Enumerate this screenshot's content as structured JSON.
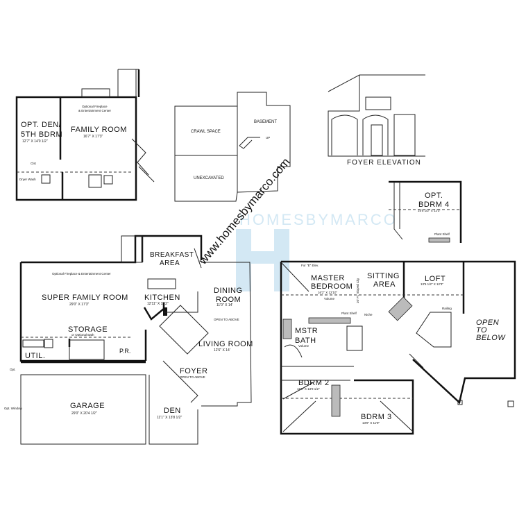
{
  "watermark": {
    "url": "www.homesbymarco.com",
    "logo_text": "HOMESBYMARCO",
    "color": "#cfe6f3"
  },
  "lower_level_alt": {
    "den": {
      "name_1": "OPT. DEN/",
      "name_2": "5TH BDRM",
      "dims": "12'7\" X 14'0 1/2\""
    },
    "family": {
      "name": "FAMILY ROOM",
      "dims": "16'7\" X 17'3\""
    },
    "fireplace_1": "Optional Fireplace",
    "fireplace_2": "& Entertainment Center",
    "closet": "Clst",
    "dryer_washer": "Dryer Wash"
  },
  "basement": {
    "crawl": "CRAWL SPACE",
    "unexcavated": "UNEXCAVATED",
    "basement": "BASEMENT",
    "up": "UP"
  },
  "foyer_elevation": {
    "title": "FOYER ELEVATION"
  },
  "opt_bdrm4": {
    "name_1": "OPT.",
    "name_2": "BDRM 4",
    "dims": "15'5 1/2\" X 12'3\"",
    "plant_shelf": "Plant Shelf"
  },
  "first_floor": {
    "breakfast_1": "BREAKFAST",
    "breakfast_2": "AREA",
    "fireplace": "Optional Fireplace & Entertainment Center",
    "super_family": {
      "name": "SUPER FAMILY ROOM",
      "dims": "29'0\" X 17'3\""
    },
    "kitchen": {
      "name": "KITCHEN",
      "dims": "12'11\" X 15'2\""
    },
    "dining": {
      "name_1": "DINING",
      "name_2": "ROOM",
      "dims": "11'0\" X 14'"
    },
    "open_above": "OPEN TO ABOVE",
    "storage": {
      "name": "STORAGE",
      "sub": "or Optional Bath"
    },
    "util": "UTIL.",
    "pr": "P.R.",
    "living": {
      "name": "LIVING ROOM",
      "dims": "12'6\" X 14'"
    },
    "foyer": {
      "name": "FOYER",
      "sub": "OPEN TO ABOVE"
    },
    "garage": {
      "name": "GARAGE",
      "dims": "29'0\" X 20'4 1/2\""
    },
    "den": {
      "name": "DEN",
      "dims": "11'1\" X 13'8 1/2\""
    },
    "opt": "Opt.",
    "opt_window": "Opt. Window"
  },
  "second_floor": {
    "master": {
      "name_1": "MASTER",
      "name_2": "BEDROOM",
      "dims": "16'2\" X 12'10\"",
      "volume": "Volume"
    },
    "sitting": {
      "name_1": "SITTING",
      "name_2": "AREA"
    },
    "loft": {
      "name": "LOFT",
      "dims": "13'5 1/2\" X 12'3\""
    },
    "railing": "Railing",
    "open_below_1": "OPEN",
    "open_below_2": "TO",
    "open_below_3": "BELOW",
    "mstr_bath": {
      "name_1": "MSTR",
      "name_2": "BATH",
      "volume": "Volume"
    },
    "plant_shelf": "Plant Shelf",
    "niche": "Niche",
    "sloped": "10' Ft. Sloped Clg",
    "tv": "For \"E\" Elev.",
    "bdrm2": {
      "name": "BDRM 2",
      "dims": "11'0\" X 13'9 1/2\""
    },
    "bdrm3": {
      "name": "BDRM 3",
      "dims": "13'0\" X 11'9\""
    }
  }
}
